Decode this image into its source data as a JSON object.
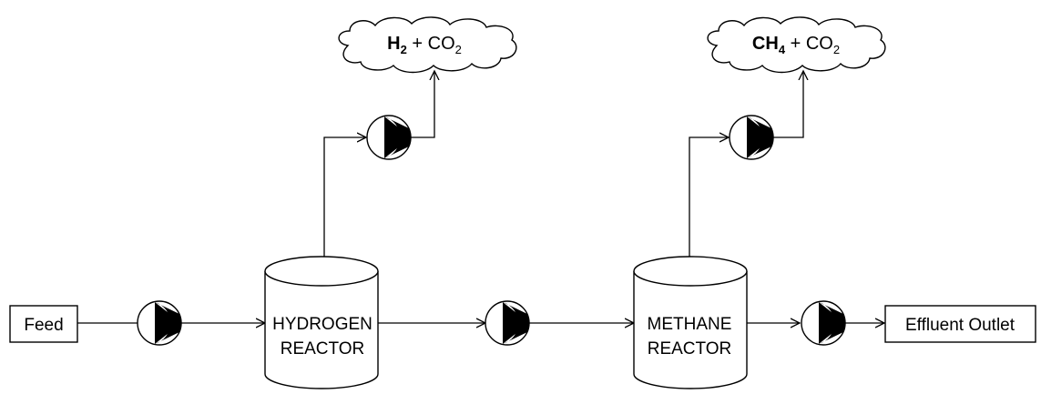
{
  "feed": {
    "label": "Feed"
  },
  "effluent": {
    "label": "Effluent Outlet"
  },
  "hydrogen_reactor": {
    "line1": "HYDROGEN",
    "line2": "REACTOR"
  },
  "methane_reactor": {
    "line1": "METHANE",
    "line2": "REACTOR"
  },
  "gas_h2": {
    "main": "H",
    "main_sub": "2",
    "plus": " + CO",
    "co2_sub": "2"
  },
  "gas_ch4": {
    "main": "CH",
    "main_sub": "4",
    "plus": " + CO",
    "co2_sub": "2"
  },
  "pump_icon": "pump-icon"
}
